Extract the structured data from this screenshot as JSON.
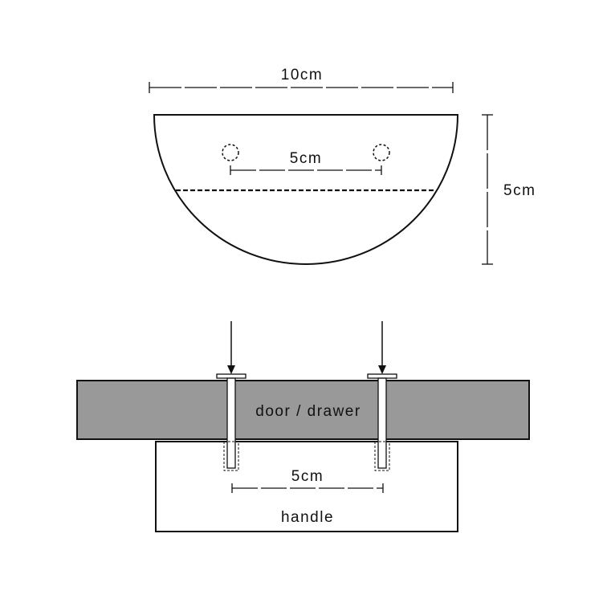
{
  "labels": {
    "top_width": "10cm",
    "hole_spacing_top": "5cm",
    "height": "5cm",
    "door": "door / drawer",
    "hole_spacing_bottom": "5cm",
    "handle": "handle"
  },
  "colors": {
    "line": "#111111",
    "door_fill": "#999999",
    "screw_fill": "#ffffff",
    "background": "#ffffff"
  }
}
